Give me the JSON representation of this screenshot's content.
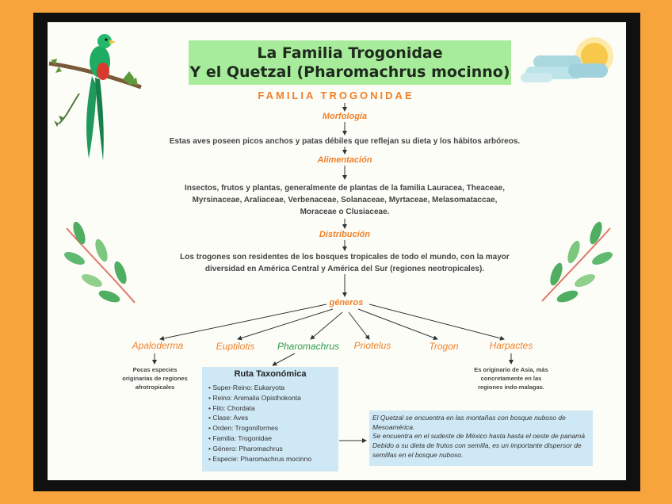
{
  "title": {
    "line1": "La Familia Trogonidae",
    "line2": "Y el Quetzal (Pharomachrus mocinno)"
  },
  "section_title": "FAMILIA TROGONIDAE",
  "nodes": {
    "morfologia": {
      "label": "Morfología",
      "text": "Estas aves poseen picos anchos y patas débiles que reflejan su dieta y los hábitos arbóreos."
    },
    "alimentacion": {
      "label": "Alimentación",
      "lines": [
        "Insectos, frutos y plantas, generalmente de plantas de la familia Lauracea, Theaceae,",
        "Myrsinaceae, Araliaceae, Verbenaceae, Solanaceae, Myrtaceae, Melasomataccae,",
        "Moraceae o Clusiaceae."
      ]
    },
    "distribucion": {
      "label": "Distribución",
      "lines": [
        "Los trogones son residentes de los bosques tropicales de todo el mundo, con la mayor",
        "diversidad en América Central y América del Sur (regiones neotropicales)."
      ]
    },
    "generos": {
      "label": "géneros"
    }
  },
  "genera": [
    {
      "name": "Apaloderma"
    },
    {
      "name": "Euptilotis"
    },
    {
      "name": "Pharomachrus"
    },
    {
      "name": "Priotelus"
    },
    {
      "name": "Trogon"
    },
    {
      "name": "Harpactes"
    }
  ],
  "apaloderma_note": [
    "Pocas especies",
    "originarias de regiones",
    "afrotropicales"
  ],
  "harpactes_note": [
    "Es originario de Asia, más",
    "concretamente en las",
    "regiones indo-malagas."
  ],
  "taxonomy": {
    "title": "Ruta Taxonómica",
    "items": [
      "Super-Reino: Eukaryota",
      "Reino: Animalia Opisthokonta",
      "Filo: Chordata",
      "Clase: Aves",
      "Orden: Trogoniformes",
      "Familia: Trogonidae",
      "Género: Pharomachrus",
      "Especie: Pharomachrus mocinno"
    ]
  },
  "quetzal_info": {
    "lines": [
      "El Quetzal se encuentra en las montañas con bosque nuboso de",
      "Mesoamérica.",
      "Se encuentra en el sudeste de México hasta hasta el oeste de panamá",
      "Debido a su dieta de frutos con semilla, es un importante dispersor de",
      "semillas en el bosque nuboso."
    ]
  },
  "colors": {
    "background": "#f7a43c",
    "frame": "#101010",
    "title_box": "#a7ec9a",
    "accent": "#f0812a",
    "genus_highlight": "#2e9a4a",
    "info_box": "#cfe8f5"
  }
}
